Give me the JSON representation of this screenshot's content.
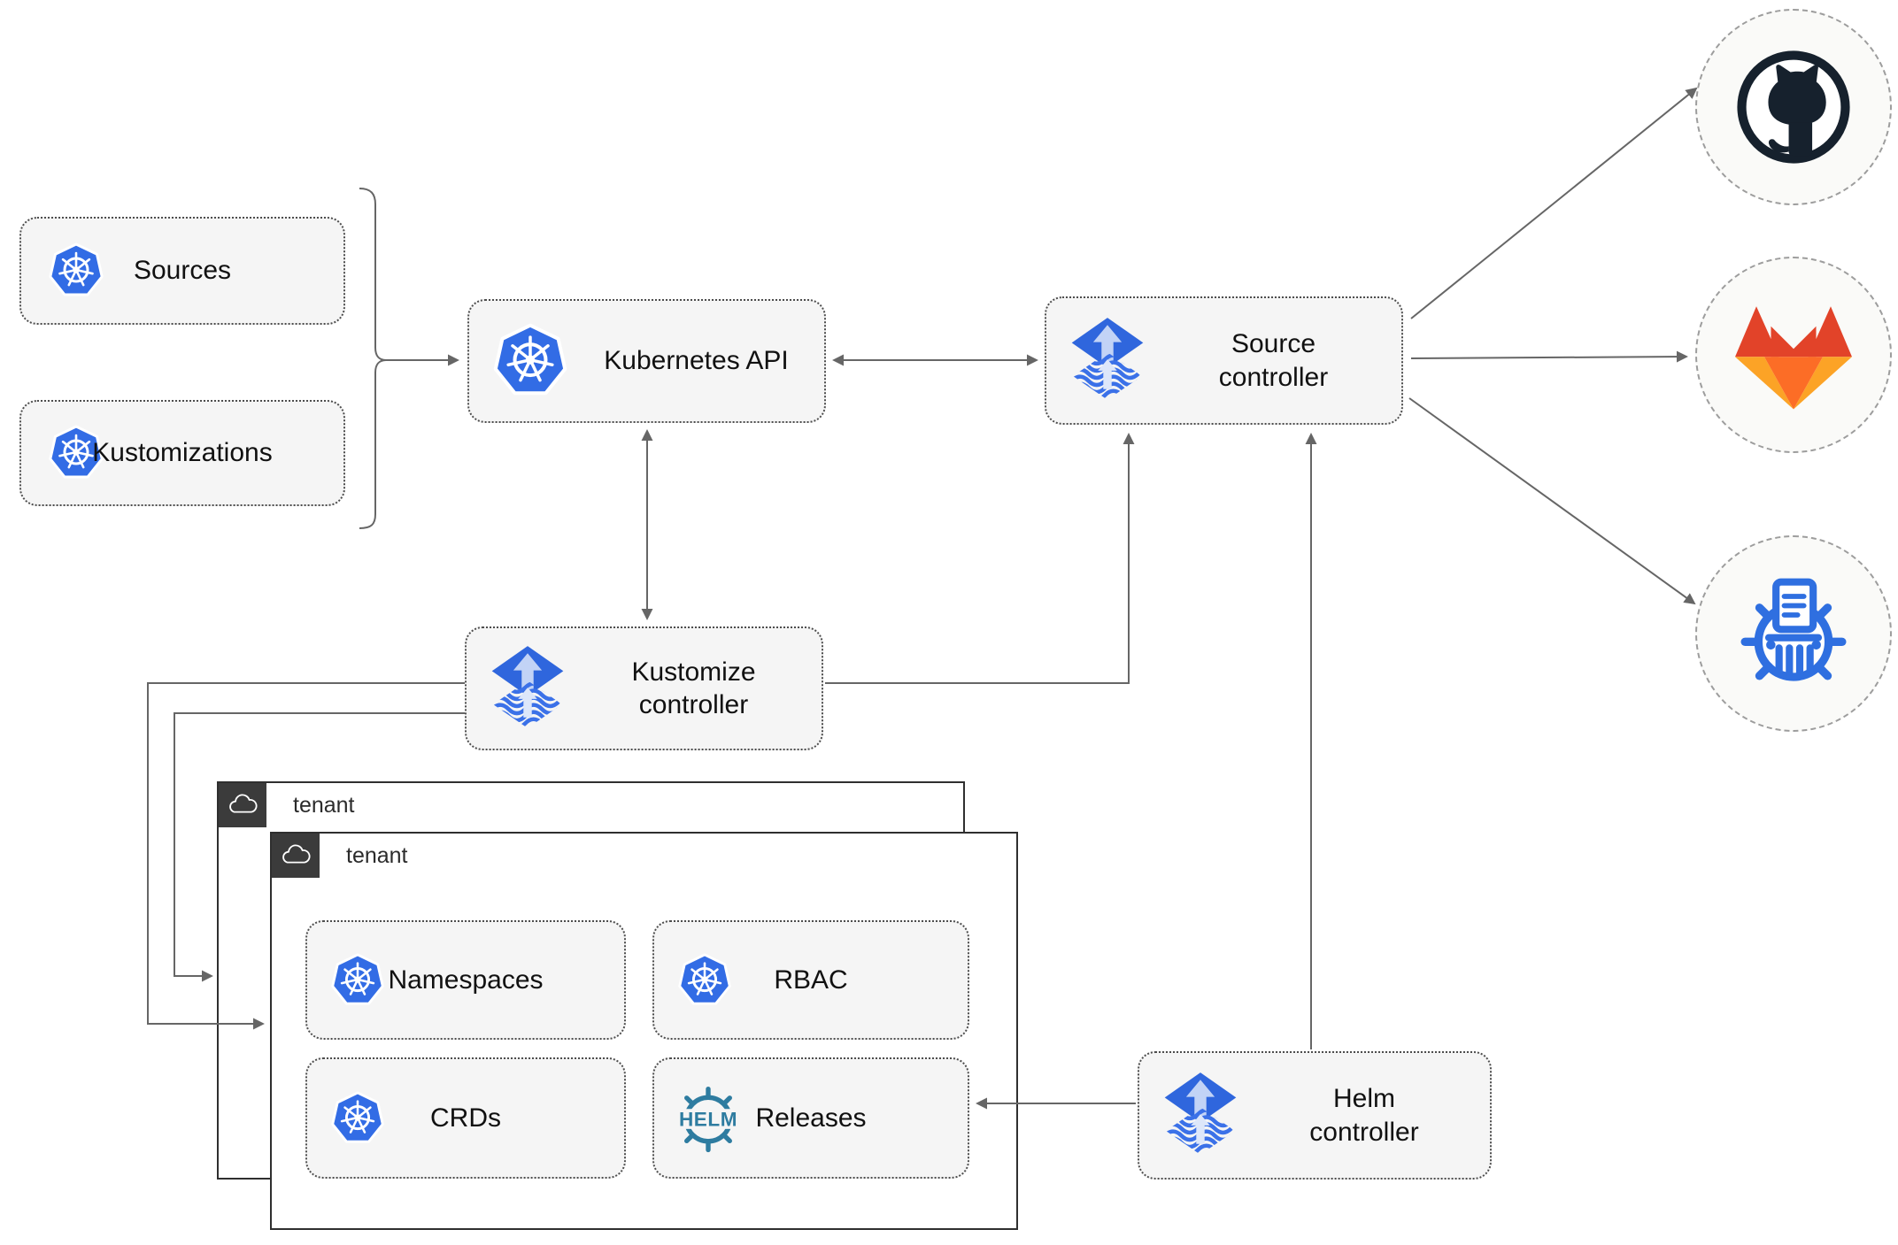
{
  "diagram": {
    "title_hint": "Flux GitOps multi-tenancy architecture",
    "colors": {
      "background": "#ffffff",
      "box_fill": "#f5f5f5",
      "box_border": "#4d4d4d",
      "arrow": "#666666",
      "tenant_border": "#2f2f2f",
      "tenant_badge_bg": "#3b3b3b",
      "kubernetes_blue": "#326CE5",
      "flux_blue": "#2F66DD",
      "flux_arrow_light": "#C2D3F6",
      "helm_teal": "#2E7CA0",
      "helm_repository_blue": "#2F6FE0",
      "github_dark": "#16212D",
      "gitlab_red": "#E24329",
      "gitlab_orange": "#FC6D26",
      "gitlab_light_orange": "#FCA326",
      "circle_fill": "#fafaf8",
      "circle_border": "#9d9d9d"
    },
    "nodes": {
      "sources": {
        "label": "Sources",
        "icon": "kubernetes-icon"
      },
      "kustomizations": {
        "label": "Kustomizations",
        "icon": "kubernetes-icon"
      },
      "kubernetes_api": {
        "label": "Kubernetes API",
        "icon": "kubernetes-icon"
      },
      "source_controller": {
        "label": "Source controller",
        "icon": "flux-icon"
      },
      "kustomize_controller": {
        "label": "Kustomize controller",
        "icon": "flux-icon"
      },
      "helm_controller": {
        "label": "Helm controller",
        "icon": "flux-icon"
      },
      "tenant_back": {
        "label": "tenant",
        "icon": "cloud-icon"
      },
      "tenant_front": {
        "label": "tenant",
        "icon": "cloud-icon"
      },
      "namespaces": {
        "label": "Namespaces",
        "icon": "kubernetes-icon"
      },
      "rbac": {
        "label": "RBAC",
        "icon": "kubernetes-icon"
      },
      "crds": {
        "label": "CRDs",
        "icon": "kubernetes-icon"
      },
      "releases": {
        "label": "Releases",
        "icon": "helm-icon",
        "icon_text": "HELM"
      },
      "github": {
        "icon": "github-icon"
      },
      "gitlab": {
        "icon": "gitlab-icon"
      },
      "helm_repository": {
        "icon": "helm-repository-icon"
      }
    },
    "edges": [
      {
        "from": "sources_and_kustomizations_brace",
        "to": "kubernetes_api",
        "style": "arrow"
      },
      {
        "from": "kubernetes_api",
        "to": "source_controller",
        "style": "double-arrow"
      },
      {
        "from": "kubernetes_api",
        "to": "kustomize_controller",
        "style": "double-arrow"
      },
      {
        "from": "kustomize_controller",
        "to": "source_controller",
        "style": "arrow"
      },
      {
        "from": "helm_controller",
        "to": "source_controller",
        "style": "arrow"
      },
      {
        "from": "helm_controller",
        "to": "releases",
        "style": "arrow"
      },
      {
        "from": "source_controller",
        "to": "github",
        "style": "arrow"
      },
      {
        "from": "source_controller",
        "to": "gitlab",
        "style": "arrow"
      },
      {
        "from": "source_controller",
        "to": "helm_repository",
        "style": "arrow"
      },
      {
        "from": "kustomize_controller",
        "to": "tenant_front",
        "style": "arrow"
      },
      {
        "from": "kustomize_controller",
        "to": "tenant_back",
        "style": "arrow"
      }
    ]
  }
}
